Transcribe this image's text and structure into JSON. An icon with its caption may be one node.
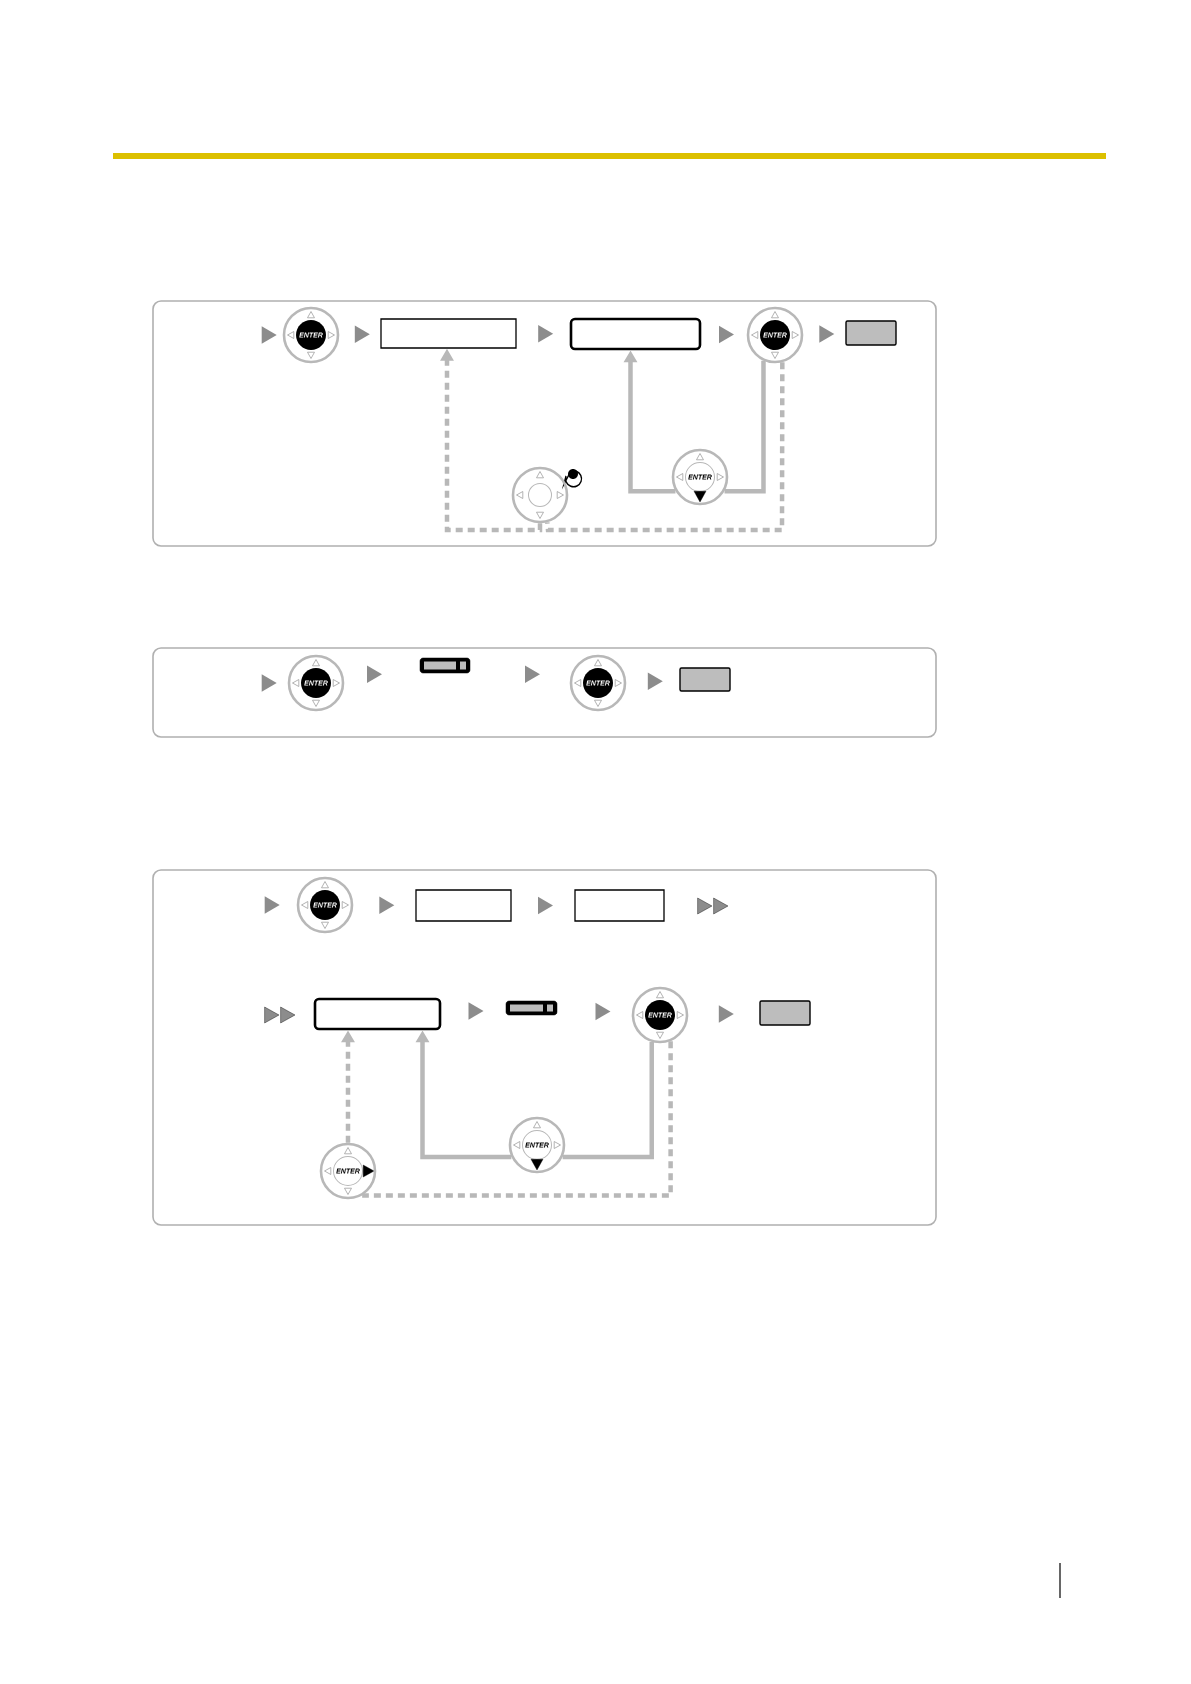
{
  "diagram": {
    "nodes": [
      {
        "text": [],
        "shape": "box"
      },
      {
        "text": [
          "ENTER"
        ],
        "in": 0
      },
      {
        "text": [],
        "shape": "box",
        "in": 0
      },
      {
        "text": [],
        "shape": "box",
        "in": 0
      },
      {
        "text": [
          "ENTER"
        ],
        "in": 0
      },
      {
        "text": [],
        "shape": "box",
        "in": 0
      },
      {
        "text": [],
        "shape": "circle",
        "in": 0
      },
      {
        "text": [
          "ENTER"
        ],
        "in": 0
      },
      {
        "text": [],
        "shape": "box"
      },
      {
        "text": [
          "ENTER"
        ],
        "in": 8
      },
      {
        "text": [],
        "shape": "bar",
        "in": 8
      },
      {
        "text": [
          "ENTER"
        ],
        "in": 8
      },
      {
        "text": [],
        "shape": "box",
        "in": 8
      },
      {
        "text": [],
        "shape": "box"
      },
      {
        "text": [
          "ENTER"
        ],
        "in": 13
      },
      {
        "text": [],
        "shape": "box",
        "in": 13
      },
      {
        "text": [],
        "shape": "box",
        "in": 13
      },
      {
        "text": [],
        "shape": "box",
        "in": 13
      },
      {
        "text": [],
        "shape": "bar",
        "in": 13
      },
      {
        "text": [
          "ENTER"
        ],
        "in": 13
      },
      {
        "text": [],
        "shape": "box",
        "in": 13
      },
      {
        "text": [
          "ENTER"
        ],
        "in": 13
      },
      {
        "text": [
          "ENTER"
        ],
        "in": 13
      }
    ],
    "edges": [
      {
        "from": null,
        "to": 1,
        "arrow": "to"
      },
      {
        "from": 1,
        "to": 2,
        "arrow": "to"
      },
      {
        "from": 2,
        "to": 3,
        "arrow": "to"
      },
      {
        "from": 3,
        "to": 4,
        "arrow": "to"
      },
      {
        "from": 4,
        "to": 5,
        "arrow": "to"
      },
      {
        "from": 6,
        "to": 2,
        "arrow": "to",
        "style": "dashed",
        "color": "#b8b8b8"
      },
      {
        "from": 4,
        "to": 6,
        "arrow": "none",
        "style": "dashed",
        "color": "#b8b8b8"
      },
      {
        "from": 4,
        "to": 7,
        "arrow": "none",
        "color": "#b8b8b8"
      },
      {
        "from": 7,
        "to": 3,
        "arrow": "to",
        "color": "#b8b8b8"
      },
      {
        "from": null,
        "to": 9,
        "arrow": "to"
      },
      {
        "from": 9,
        "to": 10,
        "arrow": "to"
      },
      {
        "from": 10,
        "to": 11,
        "arrow": "to"
      },
      {
        "from": 11,
        "to": 12,
        "arrow": "to"
      },
      {
        "from": null,
        "to": 14,
        "arrow": "to"
      },
      {
        "from": 14,
        "to": 15,
        "arrow": "to"
      },
      {
        "from": 15,
        "to": 16,
        "arrow": "to"
      },
      {
        "from": 17,
        "to": 18,
        "arrow": "to"
      },
      {
        "from": 18,
        "to": 19,
        "arrow": "to"
      },
      {
        "from": 19,
        "to": 20,
        "arrow": "to"
      },
      {
        "from": 21,
        "to": 17,
        "arrow": "to",
        "style": "dashed",
        "color": "#b8b8b8"
      },
      {
        "from": 19,
        "to": 21,
        "arrow": "none",
        "style": "dashed",
        "color": "#b8b8b8"
      },
      {
        "from": 19,
        "to": 22,
        "arrow": "none",
        "color": "#b8b8b8"
      },
      {
        "from": 22,
        "to": 17,
        "arrow": "to",
        "color": "#b8b8b8"
      }
    ]
  }
}
